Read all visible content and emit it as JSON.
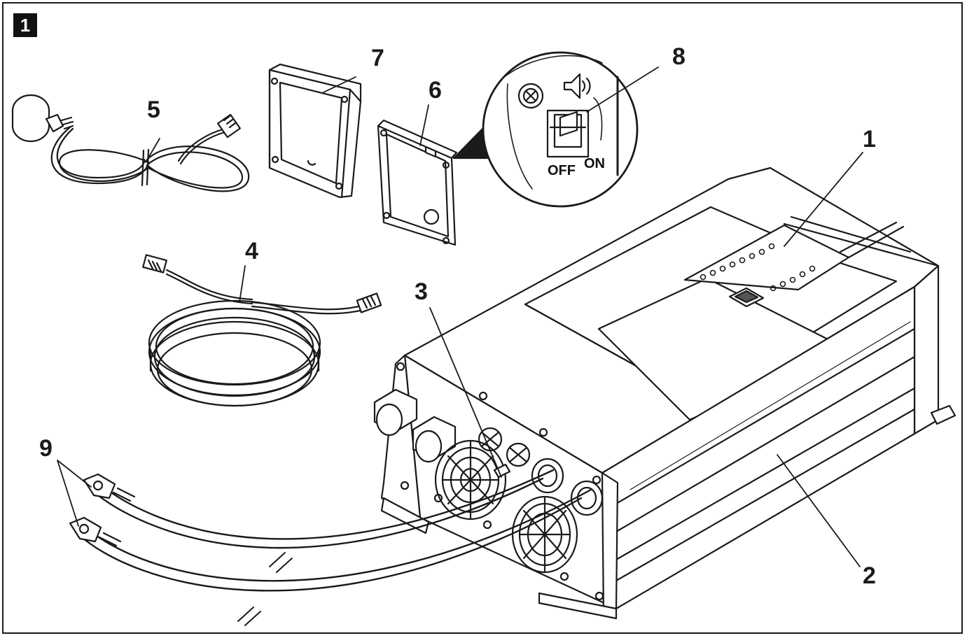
{
  "figure": {
    "badge": "1",
    "switch_labels": {
      "off": "OFF",
      "on": "ON"
    },
    "callouts": [
      {
        "id": "c1",
        "label": "1"
      },
      {
        "id": "c2",
        "label": "2"
      },
      {
        "id": "c3",
        "label": "3"
      },
      {
        "id": "c4",
        "label": "4"
      },
      {
        "id": "c5",
        "label": "5"
      },
      {
        "id": "c6",
        "label": "6"
      },
      {
        "id": "c7",
        "label": "7"
      },
      {
        "id": "c8",
        "label": "8"
      },
      {
        "id": "c9",
        "label": "9"
      }
    ]
  }
}
